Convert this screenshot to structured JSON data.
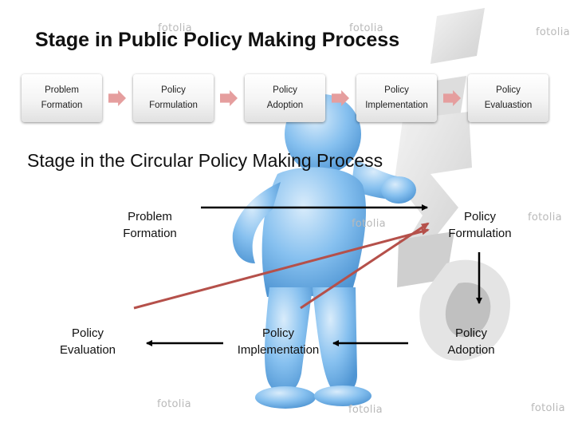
{
  "title_main": "Stage in Public Policy Making Process",
  "title_sub": "Stage in the Circular Policy Making Process",
  "linear_steps": [
    {
      "line1": "Problem",
      "line2": "Formation"
    },
    {
      "line1": "Policy",
      "line2": "Formulation"
    },
    {
      "line1": "Policy",
      "line2": "Adoption"
    },
    {
      "line1": "Policy",
      "line2": "Implementation"
    },
    {
      "line1": "Policy",
      "line2": "Evaluastion"
    }
  ],
  "circular_nodes": {
    "problem_formation": {
      "line1": "Problem",
      "line2": "Formation"
    },
    "policy_formulation": {
      "line1": "Policy",
      "line2": "Formulation"
    },
    "policy_adoption": {
      "line1": "Policy",
      "line2": "Adoption"
    },
    "policy_implementation": {
      "line1": "Policy",
      "line2": "Implementation"
    },
    "policy_evaluation": {
      "line1": "Policy",
      "line2": "Evaluation"
    }
  },
  "watermark": "fotolia",
  "colors": {
    "chevron": "#e59e9e",
    "red_arrow": "#b5504a",
    "black_arrow": "#000000",
    "figure_body": "#7bb8ec",
    "background_letters": "#e2e2e2"
  }
}
